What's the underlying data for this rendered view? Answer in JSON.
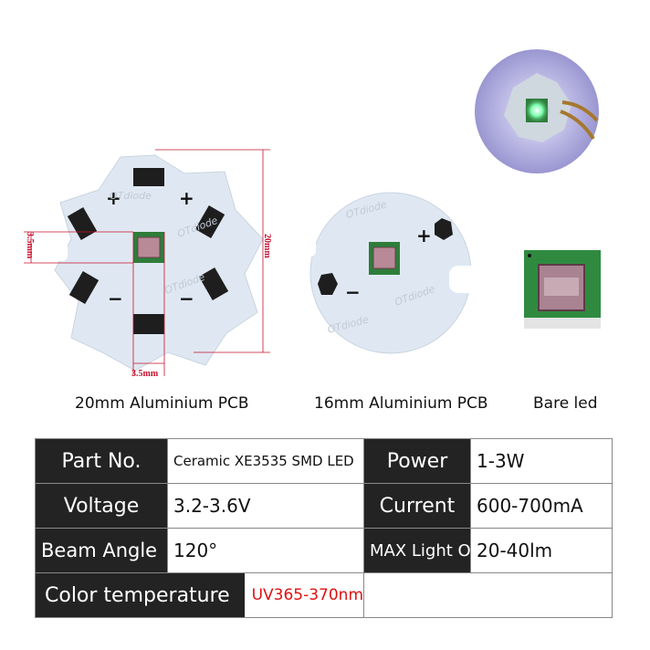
{
  "captions": {
    "pcb20": "20mm Aluminium PCB",
    "pcb16": "16mm Aluminium PCB",
    "bare": "Bare led"
  },
  "dimensions": {
    "height": "20mm",
    "pad_left": "3.5mm",
    "pad_bottom": "3.5mm"
  },
  "board_marks": {
    "plus": "+",
    "minus": "−",
    "watermark": "OTdiode"
  },
  "specs": {
    "part_no_label": "Part No.",
    "part_no_value": "Ceramic XE3535 SMD LED",
    "power_label": "Power",
    "power_value": "1-3W",
    "voltage_label": "Voltage",
    "voltage_value": "3.2-3.6V",
    "current_label": "Current",
    "current_value": "600-700mA",
    "beam_label": "Beam Angle",
    "beam_value": "120°",
    "maxlight_label": "MAX Light Output(lm)",
    "maxlight_value": "20-40lm",
    "color_label": "Color temperature",
    "color_value": "UV365-370nm"
  },
  "colors": {
    "board": "#dfe8f2",
    "pad": "#1e1e1e",
    "led_green": "#2e7d3a",
    "lens": "#b88a98",
    "dimension_red": "#c8102e",
    "uv_red": "#e01010"
  }
}
